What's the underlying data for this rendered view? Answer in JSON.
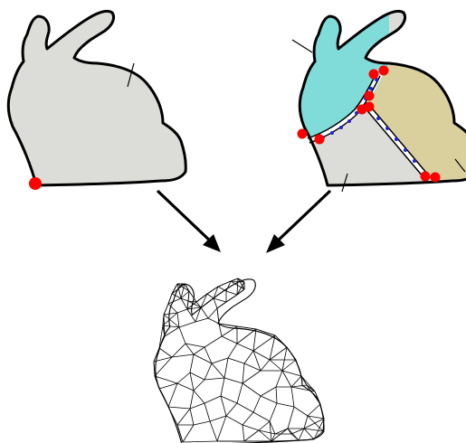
{
  "colors": {
    "bunny_fill": "#dcdcd8",
    "region_cyan": "#7fdcd8",
    "region_tan": "#d9d09e",
    "region_grey": "#dcdcd8",
    "seam_marker": "#ff0000",
    "seam_dot": "#2222cc",
    "outline": "#000000",
    "mesh_line": "#000000",
    "background": "#ffffff"
  },
  "panels": [
    {
      "name": "single-region-bunny",
      "description_visible": false
    },
    {
      "name": "three-region-bunny",
      "description_visible": false
    },
    {
      "name": "triangulated-bunny-mesh",
      "description_visible": false
    }
  ],
  "arrows": [
    {
      "from": "single-region-bunny",
      "to": "triangulated-bunny-mesh"
    },
    {
      "from": "three-region-bunny",
      "to": "triangulated-bunny-mesh"
    }
  ]
}
